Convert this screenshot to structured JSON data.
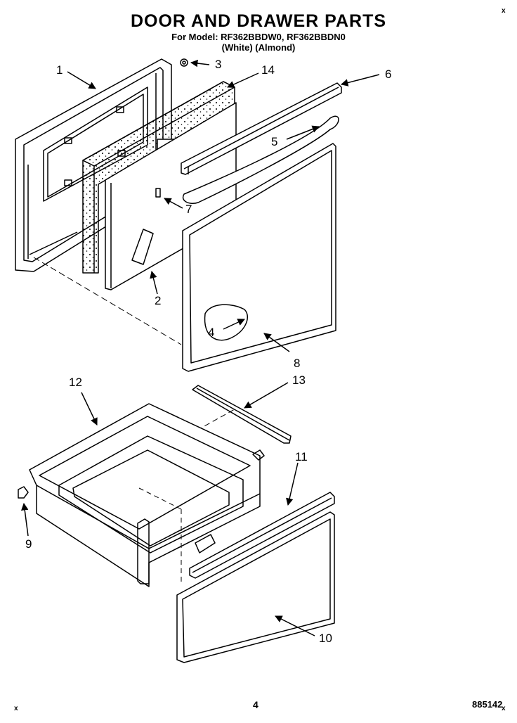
{
  "header": {
    "title": "DOOR AND DRAWER PARTS",
    "model_line": "For Model: RF362BBDW0, RF362BBDN0",
    "color_line": "(White)    (Almond)"
  },
  "callouts": {
    "c1": "1",
    "c2": "2",
    "c3": "3",
    "c4": "4",
    "c5": "5",
    "c6": "6",
    "c7": "7",
    "c8": "8",
    "c9": "9",
    "c10": "10",
    "c11": "11",
    "c12": "12",
    "c13": "13",
    "c14": "14"
  },
  "footer": {
    "page_number": "4",
    "diagram_code": "885142",
    "corner_mark": "x"
  }
}
